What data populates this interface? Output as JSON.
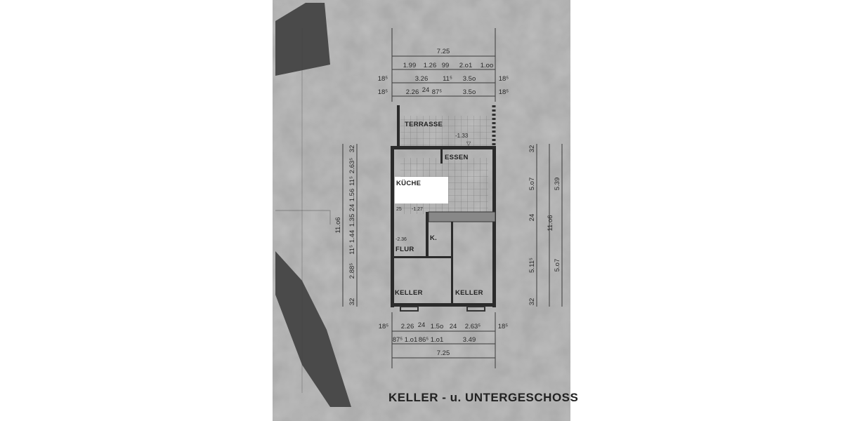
{
  "drawing": {
    "title": "KELLER - u. UNTERGESCHOSS",
    "rooms": {
      "terrace": "TERRASSE",
      "dining": "ESSEN",
      "kitchen": "KÜCHE",
      "hall": "FLUR",
      "closet": "K.",
      "cellar_left": "KELLER",
      "cellar_right": "KELLER"
    },
    "levels": {
      "terrace": "-1.33",
      "stair_top": "-1.27",
      "hall": "-2.36",
      "stair_width": "25"
    },
    "top_dimensions": {
      "overall": "7.25",
      "row2": [
        "1.99",
        "1.26",
        "99",
        "2.o1",
        "1.oo"
      ],
      "row3": [
        "18⁵",
        "3.26",
        "11⁵",
        "3.5o",
        "18⁵"
      ],
      "row4": [
        "18⁵",
        "2.26",
        "24",
        "87⁵",
        "3.5o",
        "18⁵"
      ]
    },
    "bottom_dimensions": {
      "row1": [
        "18⁵",
        "2.26",
        "24",
        "1.5o",
        "24",
        "2.63⁵",
        "18⁵"
      ],
      "row2": [
        "87⁵",
        "1.o1",
        "86⁵",
        "1.o1",
        "3.49"
      ],
      "overall": "7.25"
    },
    "left_dimensions": {
      "overall": "11.o6",
      "chain": [
        "32",
        "2.63⁵",
        "11⁵",
        "1.56",
        "24",
        "1.35",
        "1.44",
        "11⁵",
        "2.88⁵",
        "32"
      ]
    },
    "right_dimensions": {
      "chain": [
        "32",
        "5.o7",
        "24",
        "5.11⁵",
        "32"
      ],
      "overall": "11.o6",
      "outer": [
        "5.39",
        "5.o7"
      ]
    },
    "colors": {
      "paper": "#a9a9a9",
      "ink": "#2b2b2b",
      "dark_shape": "#4a4a4a"
    }
  }
}
